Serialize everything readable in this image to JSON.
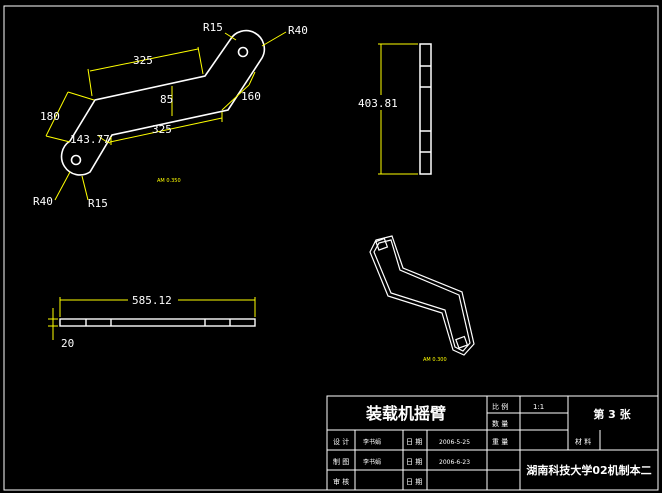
{
  "colors": {
    "background": "#000000",
    "part": "#ffffff",
    "dimension": "#ffff00",
    "frame": "#ffffff"
  },
  "front_view": {
    "r15_top": "R15",
    "r40_top": "R40",
    "len_upper": "325",
    "thickness": "85",
    "len_end": "160",
    "len_lower": "325",
    "height_left": "180",
    "angle": "143.77",
    "r40_bottom": "R40",
    "r15_bottom": "R15",
    "scale_note": "AM 0.350"
  },
  "side_view": {
    "height": "403.81"
  },
  "top_view": {
    "length": "585.12",
    "thickness": "20"
  },
  "iso_view": {
    "scale_note": "AM 0.300"
  },
  "title_block": {
    "title": "装载机摇臂",
    "scale_label": "比 例",
    "scale_value": "1:1",
    "sheet": "第 3 张",
    "qty_label": "数 量",
    "design_label": "设 计",
    "design_name": "李书娟",
    "date_label_1": "日 期",
    "date_1": "2006-5-25",
    "weight_label": "重 量",
    "material_label": "材 料",
    "draw_label": "制 图",
    "draw_name": "李书娟",
    "date_label_2": "日 期",
    "date_2": "2006-6-23",
    "review_label": "审 核",
    "date_label_3": "日 期",
    "school": "湖南科技大学02机制本二"
  }
}
